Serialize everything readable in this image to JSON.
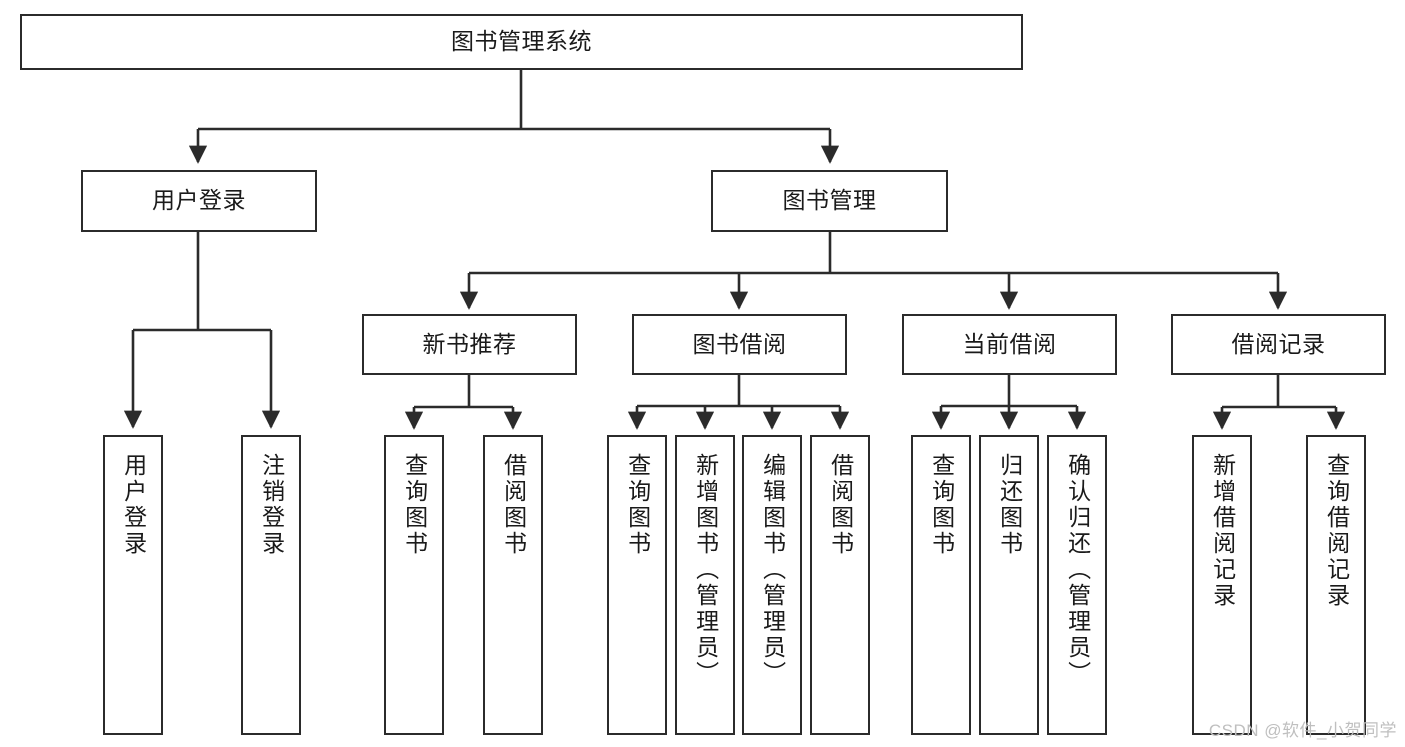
{
  "diagram": {
    "title": "图书管理系统",
    "type": "tree-hierarchy",
    "watermark": "CSDN @软件_小贺同学",
    "colors": {
      "box_border": "#2b2b2b",
      "box_fill": "#ffffff",
      "connector": "#2b2b2b",
      "text": "#1a1a1a",
      "watermark": "#bfbfbf"
    },
    "nodes": {
      "root": {
        "label": "图书管理系统"
      },
      "level1": [
        {
          "id": "user-login",
          "label": "用户登录"
        },
        {
          "id": "book-manage",
          "label": "图书管理"
        }
      ],
      "level2": [
        {
          "id": "new-book-recommend",
          "label": "新书推荐"
        },
        {
          "id": "book-borrow",
          "label": "图书借阅"
        },
        {
          "id": "current-borrow",
          "label": "当前借阅"
        },
        {
          "id": "borrow-record",
          "label": "借阅记录"
        }
      ],
      "leaves": {
        "user_login": [
          {
            "id": "leaf-user-login",
            "label": "用户登录"
          },
          {
            "id": "leaf-logout-login",
            "label": "注销登录"
          }
        ],
        "new_book_recommend": [
          {
            "id": "leaf-query-book-1",
            "label": "查询图书"
          },
          {
            "id": "leaf-borrow-book-1",
            "label": "借阅图书"
          }
        ],
        "book_borrow": [
          {
            "id": "leaf-query-book-2",
            "label": "查询图书"
          },
          {
            "id": "leaf-add-book",
            "label": "新增图书（管理员）"
          },
          {
            "id": "leaf-edit-book",
            "label": "编辑图书（管理员）"
          },
          {
            "id": "leaf-borrow-book-2",
            "label": "借阅图书"
          }
        ],
        "current_borrow": [
          {
            "id": "leaf-query-book-3",
            "label": "查询图书"
          },
          {
            "id": "leaf-return-book",
            "label": "归还图书"
          },
          {
            "id": "leaf-confirm-return",
            "label": "确认归还（管理员）"
          }
        ],
        "borrow_record": [
          {
            "id": "leaf-add-record",
            "label": "新增借阅记录"
          },
          {
            "id": "leaf-query-record",
            "label": "查询借阅记录"
          }
        ]
      }
    }
  }
}
